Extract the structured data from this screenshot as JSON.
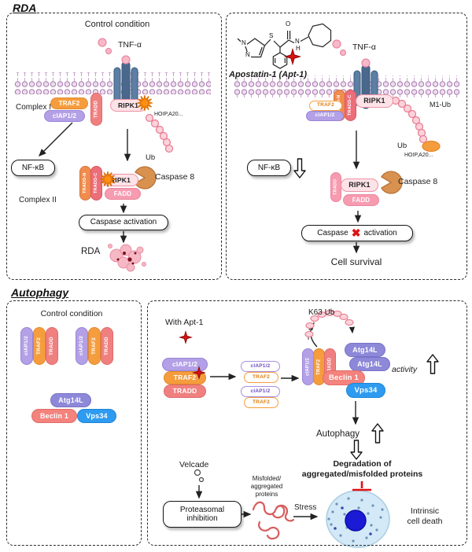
{
  "colors": {
    "traf2": "#f59d3d",
    "ciap12": "#b3a0e6",
    "tradd": "#f08080",
    "tradd_n": "#ef8c4e",
    "tradd_c": "#ec6e78",
    "ripk1_border": "#ef93a5",
    "fadd": "#f79bb0",
    "caspase8": "#d9914f",
    "beclin1": "#f4827d",
    "atg14l": "#8d88d8",
    "vps34": "#2e9bf0",
    "membrane": "#a87ab0",
    "ubiquitin": "#fbd3da",
    "apt1_star": "#d61212",
    "inhibition": "#e21212",
    "nucleus": "#1b1bd6",
    "burst": "#ff9015"
  },
  "proteins": {
    "tnf": "TNF-α",
    "traf2": "TRAF2",
    "ciap12": "cIAP1/2",
    "tradd": "TRADD",
    "tradd_n": "TRADD-N",
    "tradd_c": "TRADD-C",
    "ripk1": "RIPK1",
    "caspase8": "Caspase 8",
    "fadd": "FADD",
    "nfkb": "NF-κB",
    "hoip_a20": "HOIP,A20...",
    "ub": "Ub",
    "m1_ub": "M1-Ub",
    "k63_ub": "K63 Ub",
    "beclin1": "Beclin 1",
    "atg14l": "Atg14L",
    "vps34": "Vps34"
  },
  "chem": {
    "n1": "N",
    "n2": "N",
    "s": "S",
    "o": "O",
    "n3": "N",
    "h": "H"
  },
  "rda": {
    "section_title": "RDA",
    "control_condition": "Control condition",
    "complex1": "Complex I",
    "complex2": "Complex II",
    "caspase_activation": "Caspase activation",
    "outcome": "RDA",
    "apostatin": "Apostatin-1 (Apt-1)",
    "caspase_word": "Caspase",
    "blocked_symbol": "✖",
    "activation_word": "activation",
    "cell_survival": "Cell survival"
  },
  "autophagy": {
    "section_title": "Autophagy",
    "control_condition": "Control condition",
    "with_apt": "With Apt-1",
    "activity": "activity",
    "autophagy_label": "Autophagy",
    "degradation_line1": "Degradation of",
    "degradation_line2": "aggregated/misfolded proteins",
    "velcade": "Velcade",
    "proteasomal_line1": "Proteasomal",
    "proteasomal_line2": "inhibition",
    "misfolded_line1": "Misfolded/",
    "misfolded_line2": "aggregated",
    "misfolded_line3": "proteins",
    "stress": "Stress",
    "intrinsic_line1": "Intrinsic",
    "intrinsic_line2": "cell death"
  }
}
